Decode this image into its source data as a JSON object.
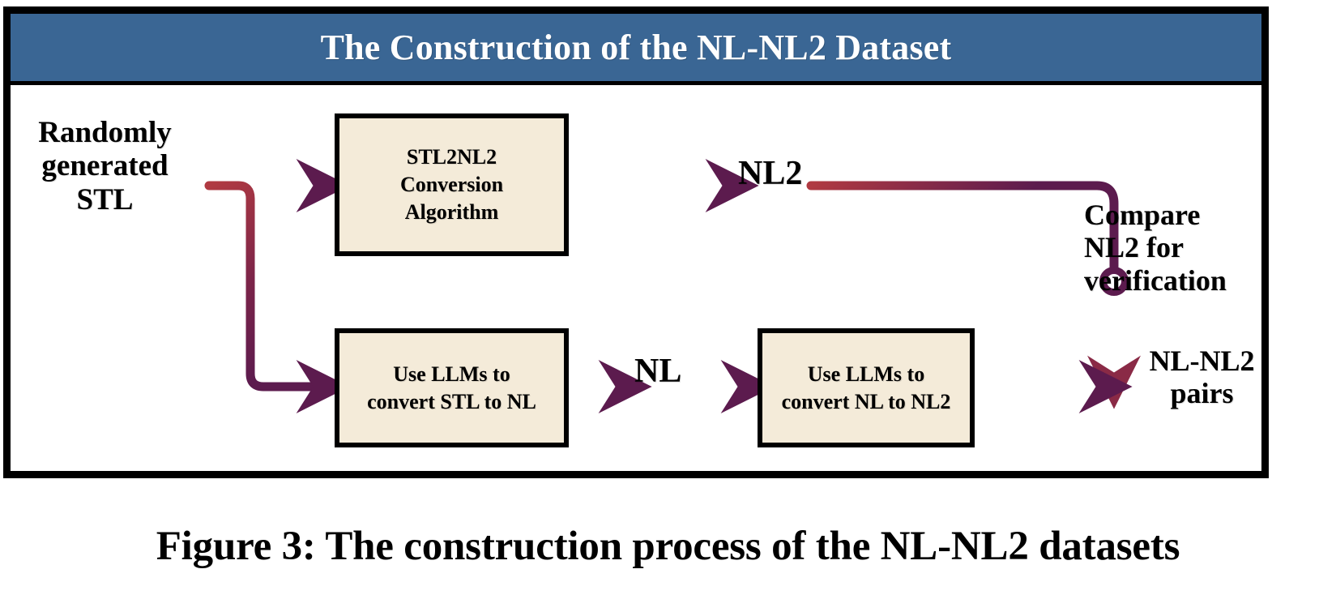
{
  "figure": {
    "title": "The Construction of the NL-NL2 Dataset",
    "caption": "Figure 3: The construction process of the NL-NL2 datasets",
    "colors": {
      "header_background": "#3A6694",
      "header_text": "#FFFFFF",
      "box_fill": "#F4EBD9",
      "box_border": "#000000",
      "frame_border": "#000000",
      "arrow_start": "#B03A42",
      "arrow_end": "#5C1B4E",
      "page_background": "#FFFFFF"
    }
  },
  "diagram": {
    "type": "flowchart",
    "nodes": [
      {
        "id": "stl",
        "kind": "text-label",
        "lines": [
          "Randomly",
          "generated",
          "STL"
        ],
        "text": "Randomly generated STL"
      },
      {
        "id": "stl2nl2",
        "kind": "process-box",
        "lines": [
          "STL2NL2",
          "Conversion",
          "Algorithm"
        ],
        "text": "STL2NL2 Conversion Algorithm"
      },
      {
        "id": "nl2",
        "kind": "text-label",
        "lines": [
          "NL2"
        ],
        "text": "NL2"
      },
      {
        "id": "llm_stl_to_nl",
        "kind": "process-box",
        "lines": [
          "Use LLMs to",
          "convert STL to NL"
        ],
        "text": "Use LLMs to convert STL to NL"
      },
      {
        "id": "nl",
        "kind": "text-label",
        "lines": [
          "NL"
        ],
        "text": "NL"
      },
      {
        "id": "llm_nl_to_nl2",
        "kind": "process-box",
        "lines": [
          "Use LLMs to",
          "convert NL to NL2"
        ],
        "text": "Use LLMs to convert NL to NL2"
      },
      {
        "id": "compare",
        "kind": "annotation",
        "lines": [
          "Compare",
          "NL2 for",
          "verification"
        ],
        "text": "Compare NL2 for verification"
      },
      {
        "id": "pairs",
        "kind": "text-label",
        "lines": [
          "NL-NL2",
          "pairs"
        ],
        "text": "NL-NL2 pairs"
      }
    ],
    "edges": [
      {
        "from": "stl",
        "to": "stl2nl2",
        "style": "arrow"
      },
      {
        "from": "stl",
        "to": "llm_stl_to_nl",
        "style": "arrow-elbow"
      },
      {
        "from": "stl2nl2",
        "to": "nl2",
        "style": "arrow"
      },
      {
        "from": "nl2",
        "to": "pairs",
        "style": "arrow-elbow-junction"
      },
      {
        "from": "llm_stl_to_nl",
        "to": "nl",
        "style": "arrow"
      },
      {
        "from": "nl",
        "to": "llm_nl_to_nl2",
        "style": "arrow"
      },
      {
        "from": "llm_nl_to_nl2",
        "to": "pairs",
        "style": "arrow"
      }
    ]
  }
}
